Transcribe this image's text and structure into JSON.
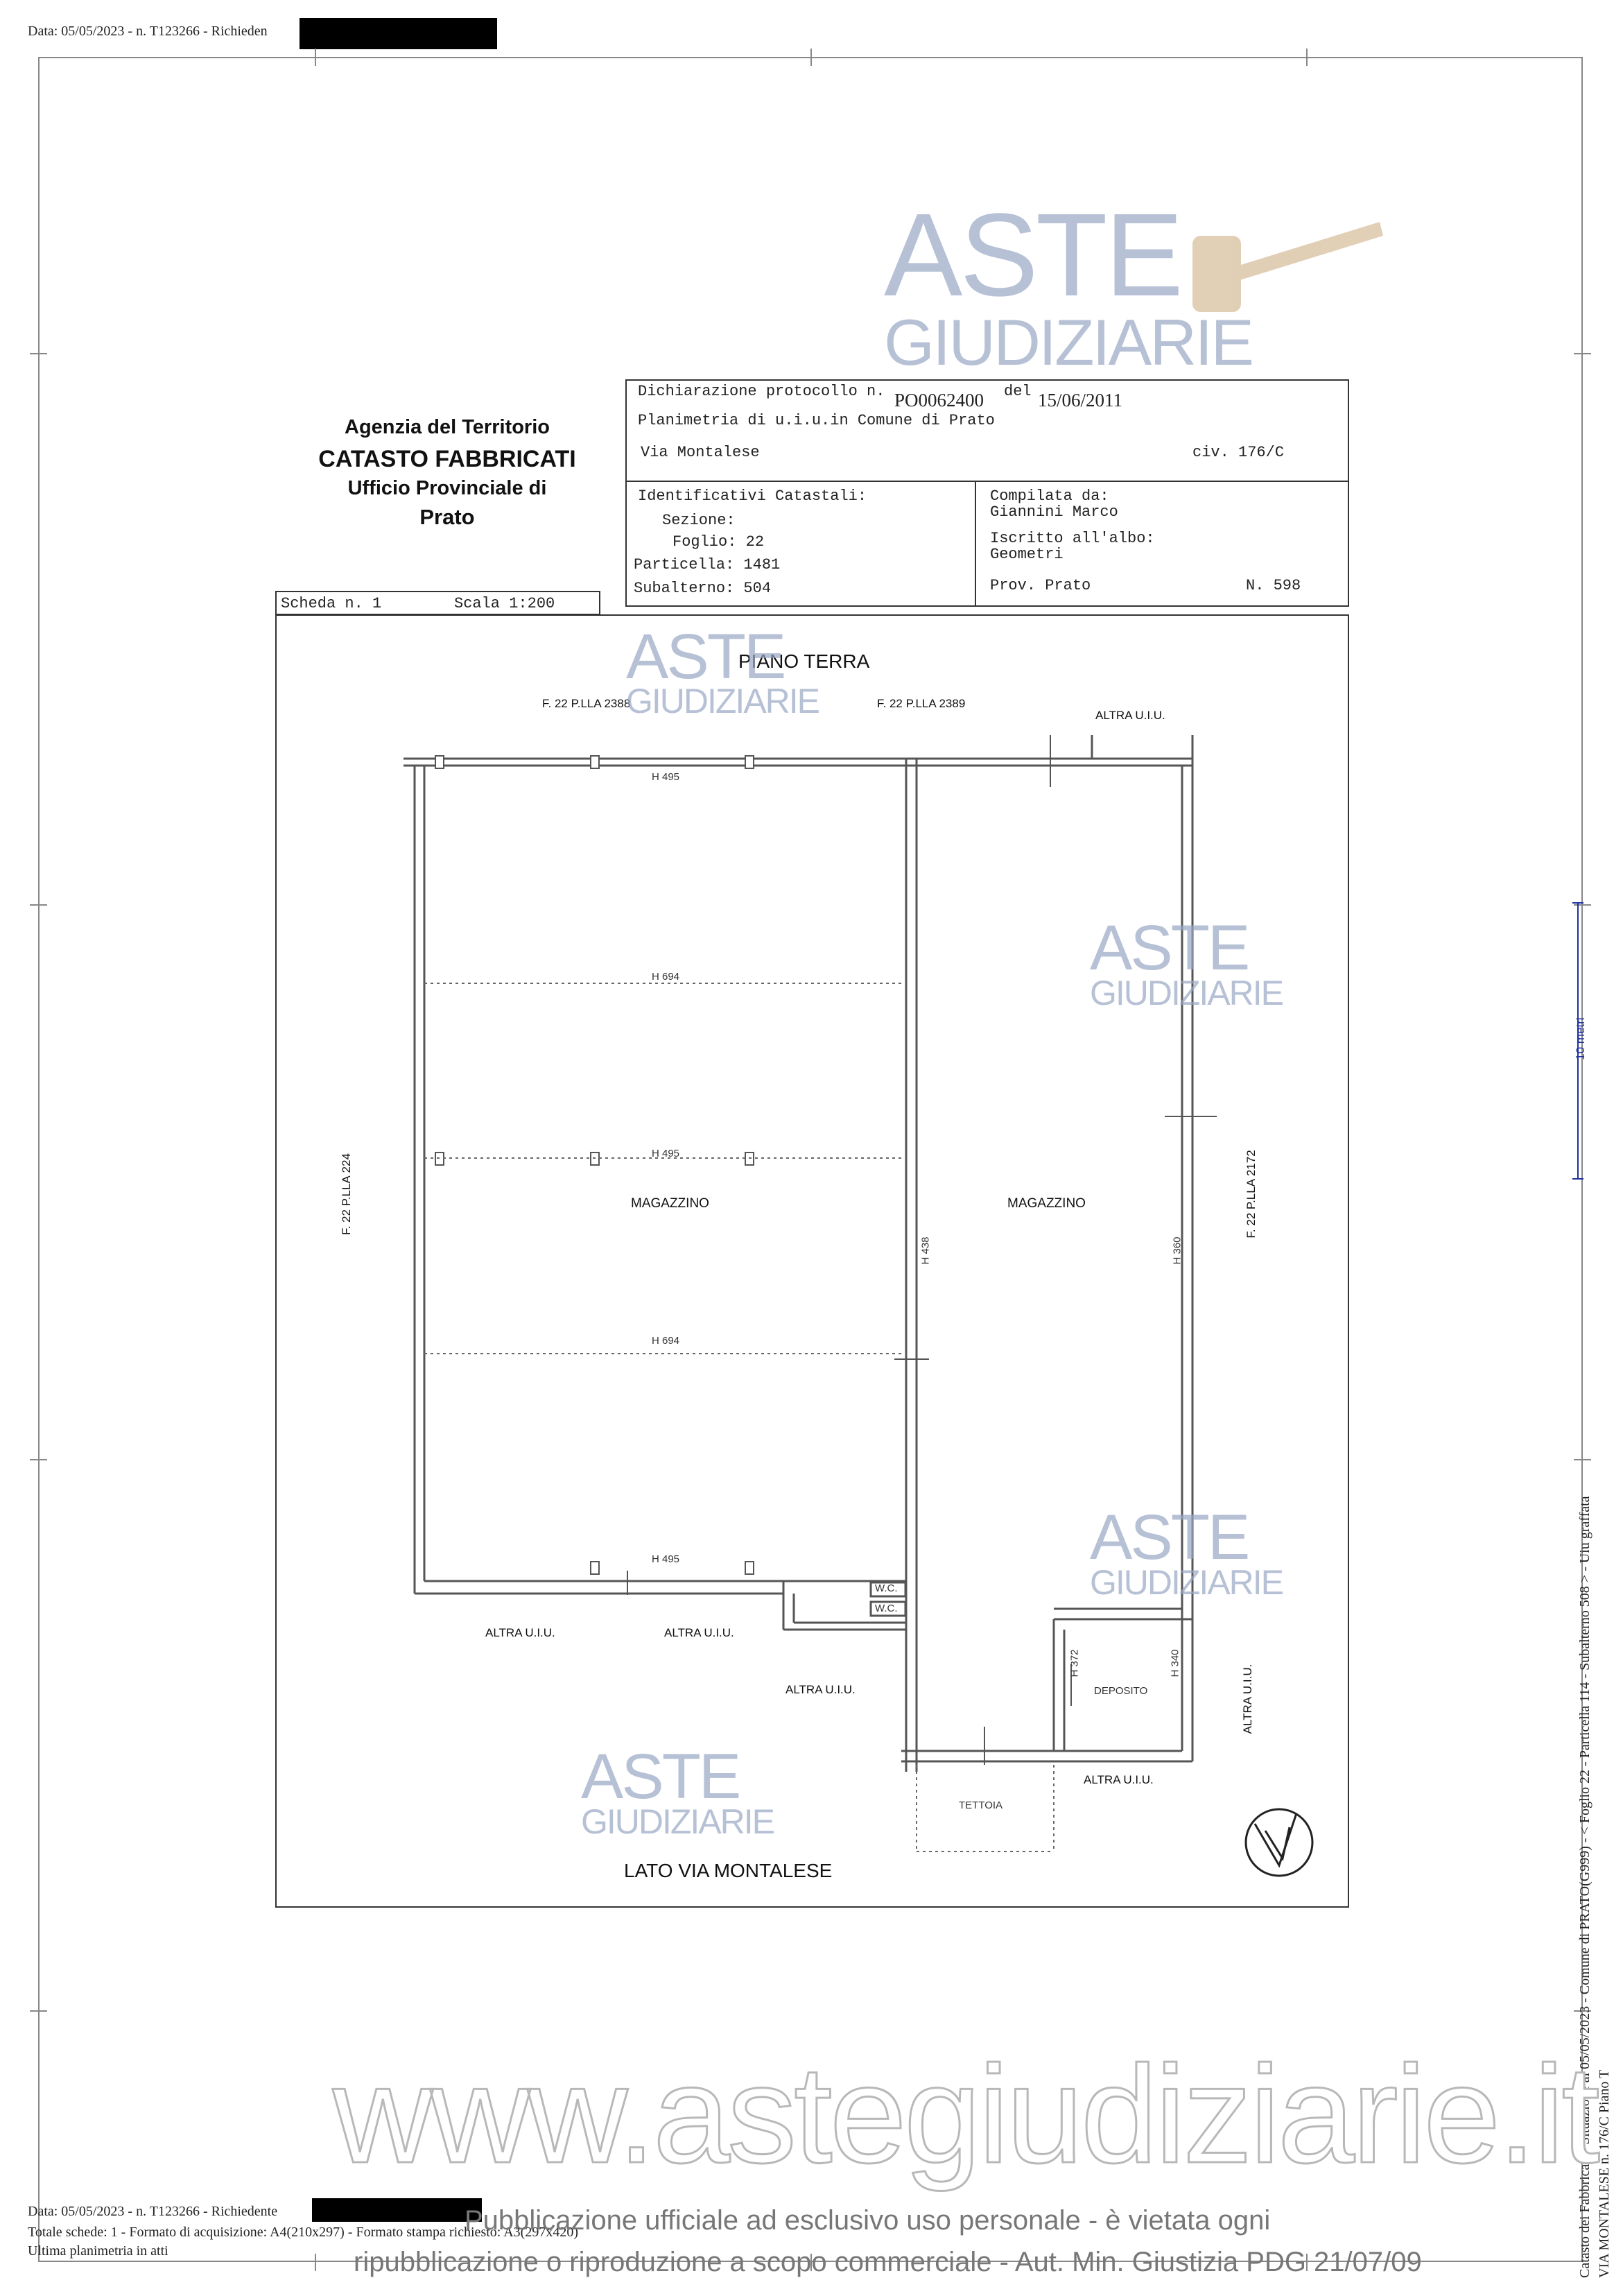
{
  "top_bar": {
    "text": "Data: 05/05/2023 - n. T123266 - Richieden"
  },
  "agency": {
    "line1": "Agenzia del Territorio",
    "line2": "CATASTO FABBRICATI",
    "line3": "Ufficio Provinciale di",
    "line4": "Prato"
  },
  "declaration": {
    "protocol_label": "Dichiarazione protocollo n.",
    "protocol_value": "PO0062400",
    "del_label": "del",
    "del_value": "15/06/2011",
    "planimetria": "Planimetria di u.i.u.in Comune di Prato",
    "via": "Via Montalese",
    "civ": "civ. 176/C"
  },
  "identifiers": {
    "title": "Identificativi Catastali:",
    "sezione": "Sezione:",
    "foglio": "Foglio: 22",
    "particella": "Particella: 1481",
    "subalterno": "Subalterno: 504"
  },
  "compilata": {
    "label": "Compilata da:",
    "name": "Giannini Marco",
    "albo_label": "Iscritto all'albo:",
    "albo_value": "Geometri",
    "prov": "Prov. Prato",
    "numero": "N.  598"
  },
  "scheda": {
    "scheda": "Scheda n. 1",
    "scala": "Scala 1:200"
  },
  "plan": {
    "floor": "PIANO TERRA",
    "lato": "LATO VIA MONTALESE",
    "neighbors": {
      "top_left": "F. 22 P.LLA 2388",
      "top_right": "F. 22 P.LLA 2389",
      "altra_top": "ALTRA U.I.U.",
      "left": "F. 22 P.LLA 224",
      "right": "F. 22 P.LLA 2172",
      "altra_b1": "ALTRA U.I.U.",
      "altra_b2": "ALTRA U.I.U.",
      "altra_b3": "ALTRA U.I.U.",
      "altra_b4": "ALTRA U.I.U.",
      "altra_right": "ALTRA U.I.U."
    },
    "rooms": {
      "mag1": "MAGAZZINO",
      "mag2": "MAGAZZINO",
      "deposito": "DEPOSITO",
      "tettoia": "TETTOIA",
      "wc1": "W.C.",
      "wc2": "W.C."
    },
    "heights": {
      "h1": "H 495",
      "h2": "H 694",
      "h3": "H 495",
      "h4": "H 694",
      "h5": "H 495",
      "h6": "H 438",
      "h7": "H 360",
      "h8": "H 372",
      "h9": "H 340"
    }
  },
  "scale_bar": {
    "label": "10 metri"
  },
  "side_text": {
    "line1": "Catasto dei Fabbricati - Situazione al 05/05/2023 - Comune di PRATO(G999) - < Foglio 22 - Particella 114 - Subalterno 508 > - Uiu graffata",
    "line2": "VIA MONTALESE n. 176/C Piano T"
  },
  "watermarks": {
    "aste": "ASTE",
    "giudiziarie": "GIUDIZIARIE",
    "site": "www.astegiudiziarie.it",
    "notice1": "Pubblicazione ufficiale ad esclusivo uso personale - è vietata ogni",
    "notice2": "ripubblicazione o riproduzione a scopo commerciale - Aut. Min. Giustizia PDG 21/07/09"
  },
  "footer": {
    "line1": "Data: 05/05/2023 - n. T123266 - Richiedente",
    "line2": "Totale schede: 1 - Formato di acquisizione: A4(210x297) - Formato stampa richiesto: A3(297x420)",
    "line3": "Ultima planimetria in atti"
  }
}
